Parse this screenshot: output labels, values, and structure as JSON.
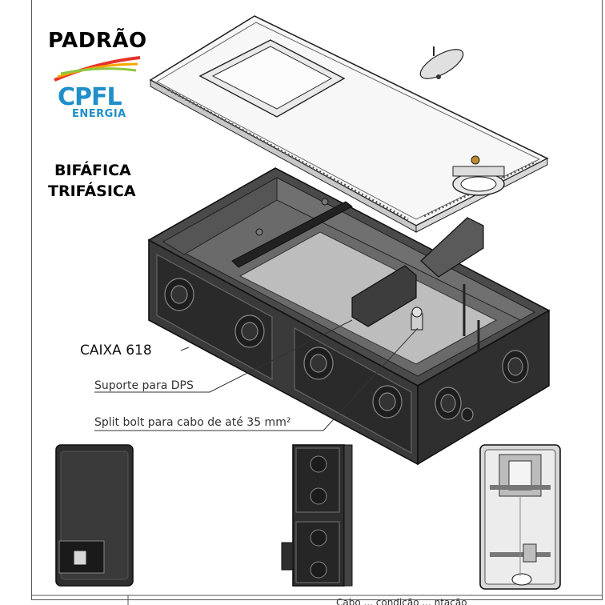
{
  "heading": "PADRÃO",
  "logo": {
    "name": "CPFL",
    "subtitle": "ENERGIA",
    "brand_color": "#1f8fc9",
    "swoosh_colors": [
      "#e63329",
      "#f7a600",
      "#8dc63f"
    ]
  },
  "labels": {
    "type_line1": "BIFÁFICA",
    "type_line2": "TRIFÁSICA",
    "model": "CAIXA 618",
    "callout_dps": "Suporte para DPS",
    "callout_split_bolt": "Split bolt para cabo de até 35 mm²"
  },
  "footer_fragment": "Cabo ... condição ... ntação",
  "colors": {
    "box_dark": "#3a3a3a",
    "box_mid": "#5a5a5a",
    "lid": "#f4f4f4",
    "line": "#222222"
  }
}
